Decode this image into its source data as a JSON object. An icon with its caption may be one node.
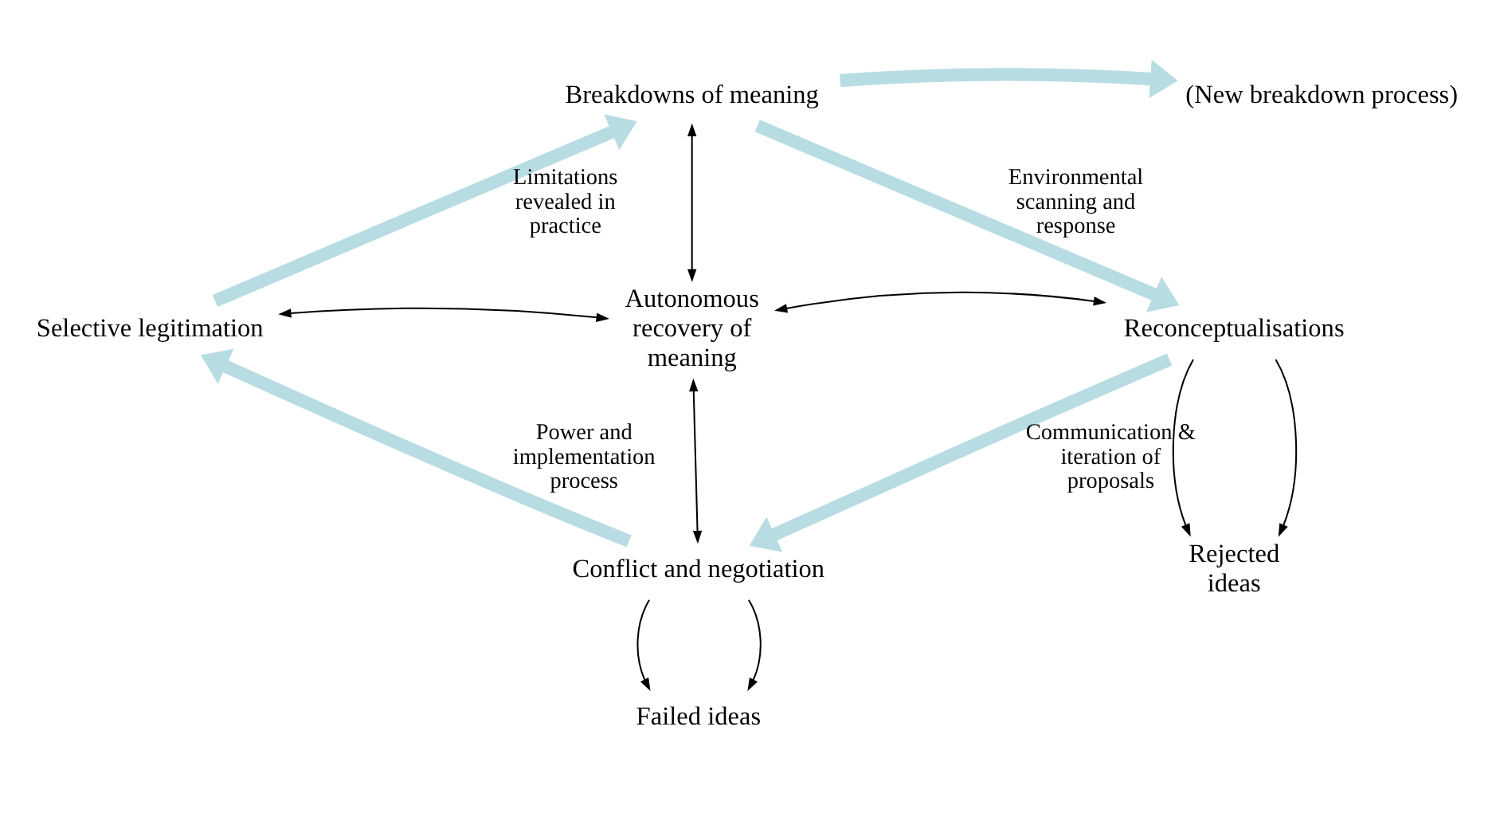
{
  "diagram": {
    "nodes": [
      {
        "text": [
          "Breakdowns of meaning"
        ]
      },
      {
        "text": [
          "(New breakdown process)"
        ]
      },
      {
        "text": [
          "Reconceptualisations"
        ]
      },
      {
        "text": [
          "Rejected ideas"
        ]
      },
      {
        "text": [
          "Conflict and negotiation"
        ]
      },
      {
        "text": [
          "Failed ideas"
        ]
      },
      {
        "text": [
          "Selective legitimation"
        ]
      },
      {
        "text": [
          "Autonomous recovery of meaning"
        ]
      }
    ],
    "edges": [
      {
        "from": 0,
        "to": 1,
        "arrow": "to",
        "style": "thick",
        "color": "#b7dde3"
      },
      {
        "from": 0,
        "to": 2,
        "arrow": "to",
        "style": "thick",
        "color": "#b7dde3",
        "label": "Environmental scanning and response"
      },
      {
        "from": 2,
        "to": 4,
        "arrow": "to",
        "style": "thick",
        "color": "#b7dde3",
        "label": "Communication & iteration of proposals"
      },
      {
        "from": 4,
        "to": 6,
        "arrow": "to",
        "style": "thick",
        "color": "#b7dde3",
        "label": "Power and implementation process"
      },
      {
        "from": 6,
        "to": 0,
        "arrow": "to",
        "style": "thick",
        "color": "#b7dde3",
        "label": "Limitations revealed in practice"
      },
      {
        "from": 0,
        "to": 7,
        "arrow": "both"
      },
      {
        "from": 7,
        "to": 2,
        "arrow": "both"
      },
      {
        "from": 7,
        "to": 4,
        "arrow": "both"
      },
      {
        "from": 6,
        "to": 7,
        "arrow": "both"
      },
      {
        "from": 2,
        "to": 3,
        "arrow": "to"
      },
      {
        "from": 2,
        "to": 3,
        "arrow": "to"
      },
      {
        "from": 4,
        "to": 5,
        "arrow": "to"
      },
      {
        "from": 4,
        "to": 5,
        "arrow": "to"
      }
    ]
  }
}
